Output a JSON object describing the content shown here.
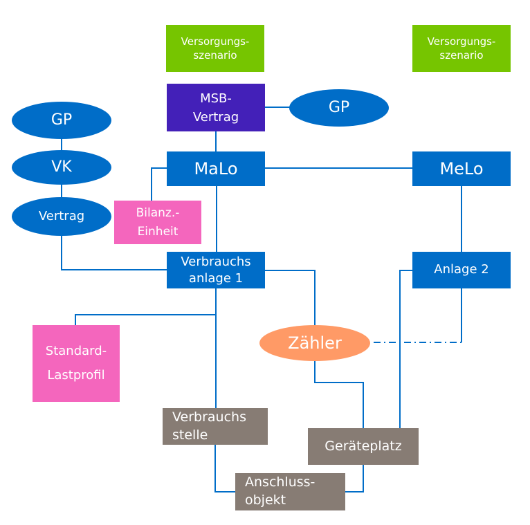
{
  "diagram": {
    "colors": {
      "line": "#006dc8",
      "scenario": "#76c500",
      "msb": "#4320b8",
      "blue_node": "#006dc8",
      "pink_node": "#f466bd",
      "gray_node": "#877c74",
      "meter": "#ff9a66"
    },
    "nodes": {
      "scenario_left": [
        "Versorgungs-",
        "szenario"
      ],
      "scenario_right": [
        "Versorgungs-",
        "szenario"
      ],
      "msb_vertrag": [
        "MSB-",
        "Vertrag"
      ],
      "gp_right": [
        "GP"
      ],
      "gp_left": [
        "GP"
      ],
      "vk": [
        "VK"
      ],
      "vertrag": [
        "Vertrag"
      ],
      "malo": [
        "MaLo"
      ],
      "melo": [
        "MeLo"
      ],
      "bilanz_einheit": [
        "Bilanz.-",
        "Einheit"
      ],
      "verbrauchsanlage_1": [
        "Verbrauchs",
        "anlage 1"
      ],
      "anlage_2": [
        "Anlage 2"
      ],
      "zaehler": [
        "Zähler"
      ],
      "standard_lastprofil": [
        "Standard-",
        "Lastprofil"
      ],
      "verbrauchsstelle": [
        "Verbrauchs",
        "stelle"
      ],
      "geraeteplatz": [
        "Geräteplatz"
      ],
      "anschlussobjekt": [
        "Anschluss-",
        "objekt"
      ]
    },
    "connections": [
      {
        "from": "msb_vertrag",
        "to": "gp_right",
        "style": "solid"
      },
      {
        "from": "msb_vertrag",
        "to": "malo",
        "style": "solid"
      },
      {
        "from": "gp_left",
        "to": "vk",
        "style": "solid"
      },
      {
        "from": "vk",
        "to": "vertrag",
        "style": "solid"
      },
      {
        "from": "vertrag",
        "to": "verbrauchsanlage_1",
        "style": "solid"
      },
      {
        "from": "malo",
        "to": "melo",
        "style": "solid"
      },
      {
        "from": "malo",
        "to": "bilanz_einheit",
        "style": "solid"
      },
      {
        "from": "malo",
        "to": "verbrauchsanlage_1",
        "style": "solid"
      },
      {
        "from": "melo",
        "to": "anlage_2",
        "style": "solid"
      },
      {
        "from": "verbrauchsanlage_1",
        "to": "zaehler",
        "style": "solid"
      },
      {
        "from": "verbrauchsanlage_1",
        "to": "standard_lastprofil",
        "style": "solid"
      },
      {
        "from": "verbrauchsanlage_1",
        "to": "verbrauchsstelle",
        "style": "solid"
      },
      {
        "from": "anlage_2",
        "to": "zaehler",
        "style": "dash-dot"
      },
      {
        "from": "anlage_2",
        "to": "geraeteplatz",
        "style": "solid"
      },
      {
        "from": "zaehler",
        "to": "geraeteplatz",
        "style": "solid"
      },
      {
        "from": "verbrauchsstelle",
        "to": "anschlussobjekt",
        "style": "solid"
      },
      {
        "from": "geraeteplatz",
        "to": "anschlussobjekt",
        "style": "solid"
      }
    ]
  }
}
